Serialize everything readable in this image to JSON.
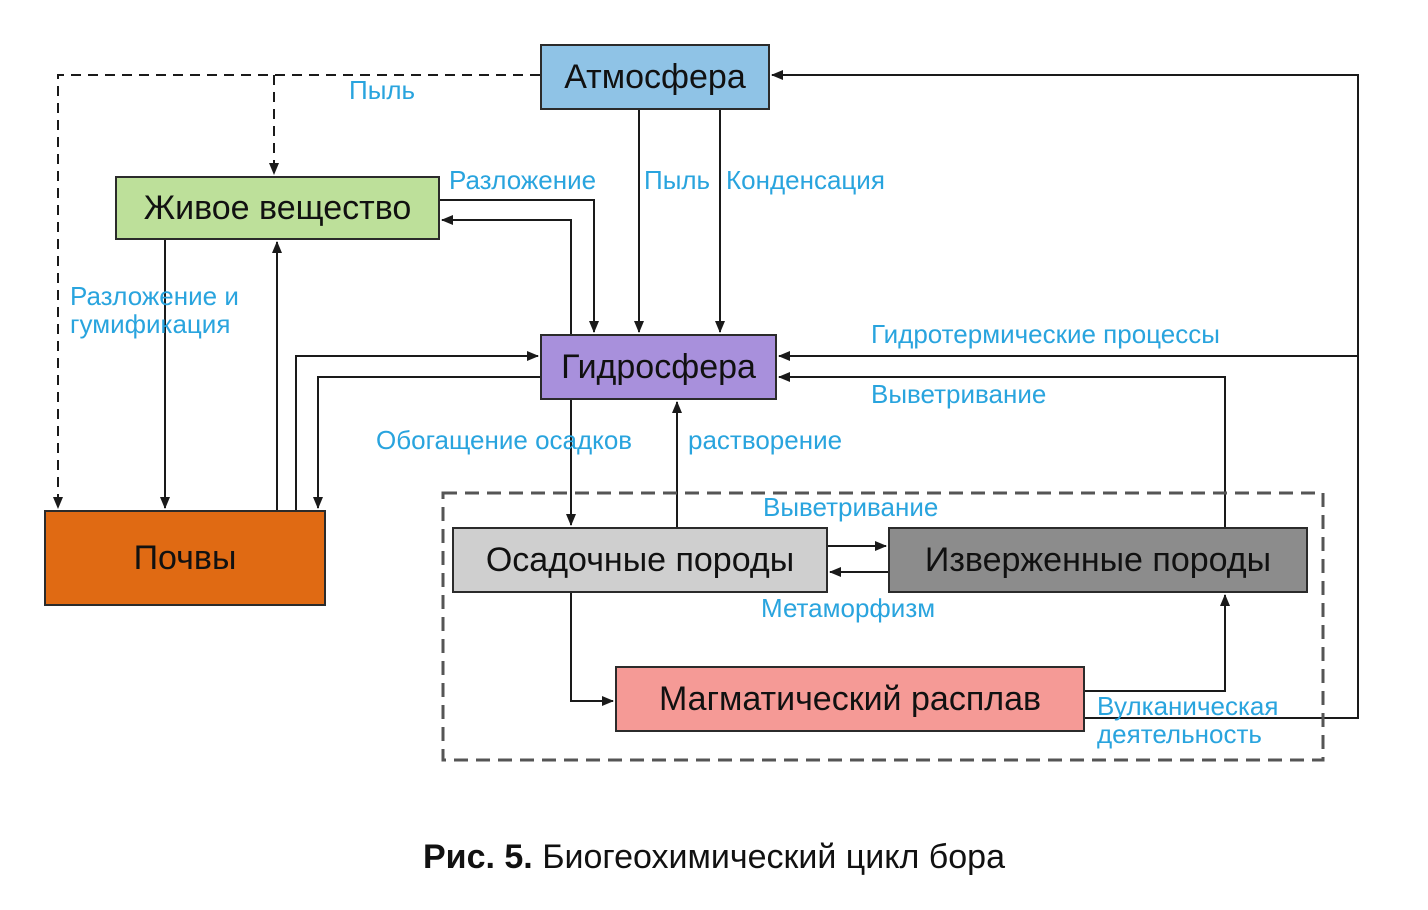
{
  "nodes": {
    "atmosphere": "Атмосфера",
    "living_matter": "Живое вещество",
    "hydrosphere": "Гидросфера",
    "soils": "Почвы",
    "sedimentary_rocks": "Осадочные породы",
    "igneous_rocks": "Изверженные породы",
    "magma": "Магматический расплав"
  },
  "labels": {
    "dust_top": "Пыль",
    "decomposition": "Разложение",
    "dust": "Пыль",
    "condensation": "Конденсация",
    "decomp_humif_1": "Разложение и",
    "decomp_humif_2": "гумификация",
    "hydrothermal": "Гидротермические процессы",
    "weathering_1": "Выветривание",
    "enrichment": "Обогащение осадков",
    "dissolution": "растворение",
    "weathering_2": "Выветривание",
    "metamorphism": "Метаморфизм",
    "volcanic_1": "Вулканическая",
    "volcanic_2": "деятельность"
  },
  "caption": {
    "prefix": "Рис. 5.",
    "text": " Биогеохимический цикл бора"
  },
  "colors": {
    "atmosphere": "#8fc3e6",
    "living_matter": "#bde09a",
    "hydrosphere": "#a890dc",
    "soils": "#e06a13",
    "sedimentary_rocks": "#cfcfcf",
    "igneous_rocks": "#8c8c8c",
    "magma": "#f59a96",
    "label_text": "#29a4de"
  }
}
